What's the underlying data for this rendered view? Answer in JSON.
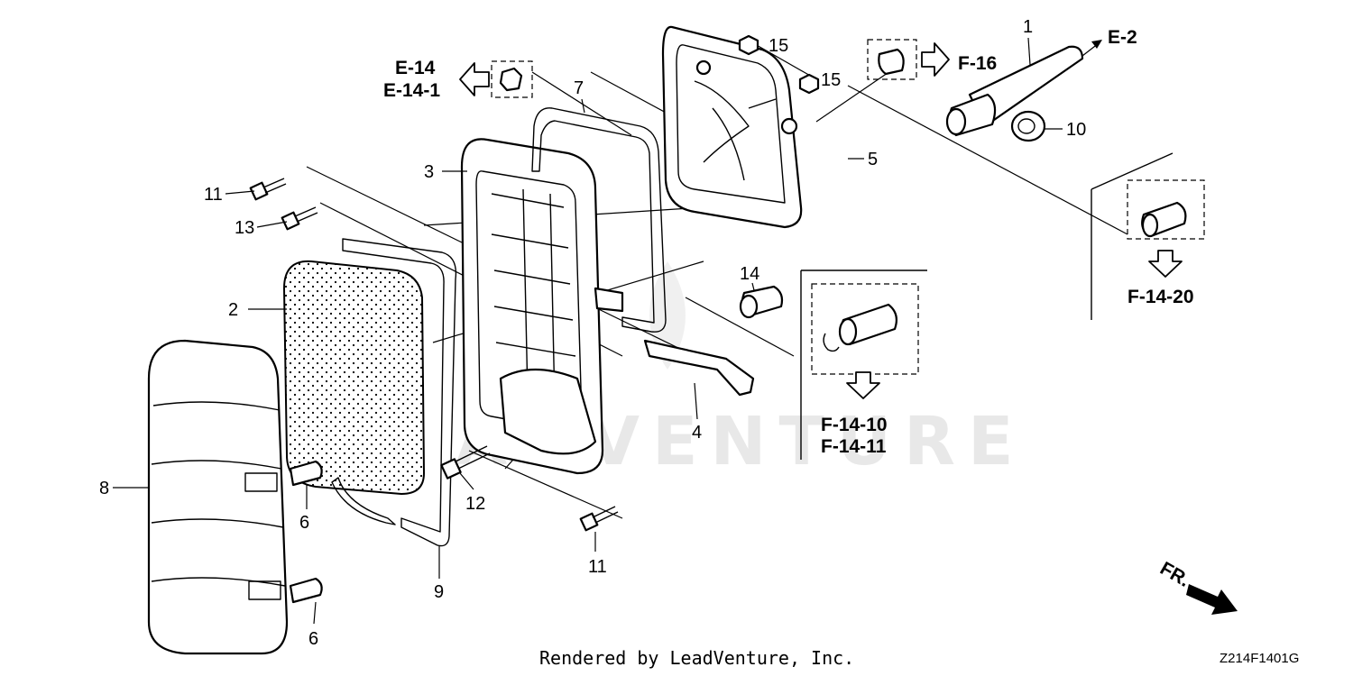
{
  "diagram": {
    "callouts": [
      {
        "id": "c1",
        "label": "1"
      },
      {
        "id": "c2",
        "label": "2"
      },
      {
        "id": "c3",
        "label": "3"
      },
      {
        "id": "c4",
        "label": "4"
      },
      {
        "id": "c5",
        "label": "5"
      },
      {
        "id": "c6a",
        "label": "6"
      },
      {
        "id": "c6b",
        "label": "6"
      },
      {
        "id": "c7",
        "label": "7"
      },
      {
        "id": "c8",
        "label": "8"
      },
      {
        "id": "c9",
        "label": "9"
      },
      {
        "id": "c10",
        "label": "10"
      },
      {
        "id": "c11a",
        "label": "11"
      },
      {
        "id": "c11b",
        "label": "11"
      },
      {
        "id": "c12",
        "label": "12"
      },
      {
        "id": "c13",
        "label": "13"
      },
      {
        "id": "c14",
        "label": "14"
      },
      {
        "id": "c15a",
        "label": "15"
      },
      {
        "id": "c15b",
        "label": "15"
      }
    ],
    "references": {
      "e14": "E-14",
      "e14_1": "E-14-1",
      "f16": "F-16",
      "e2": "E-2",
      "f14_20": "F-14-20",
      "f14_10": "F-14-10",
      "f14_11": "F-14-11"
    },
    "direction_label": "FR.",
    "footer": "Rendered by LeadVenture, Inc.",
    "diagram_code": "Z214F1401G"
  }
}
